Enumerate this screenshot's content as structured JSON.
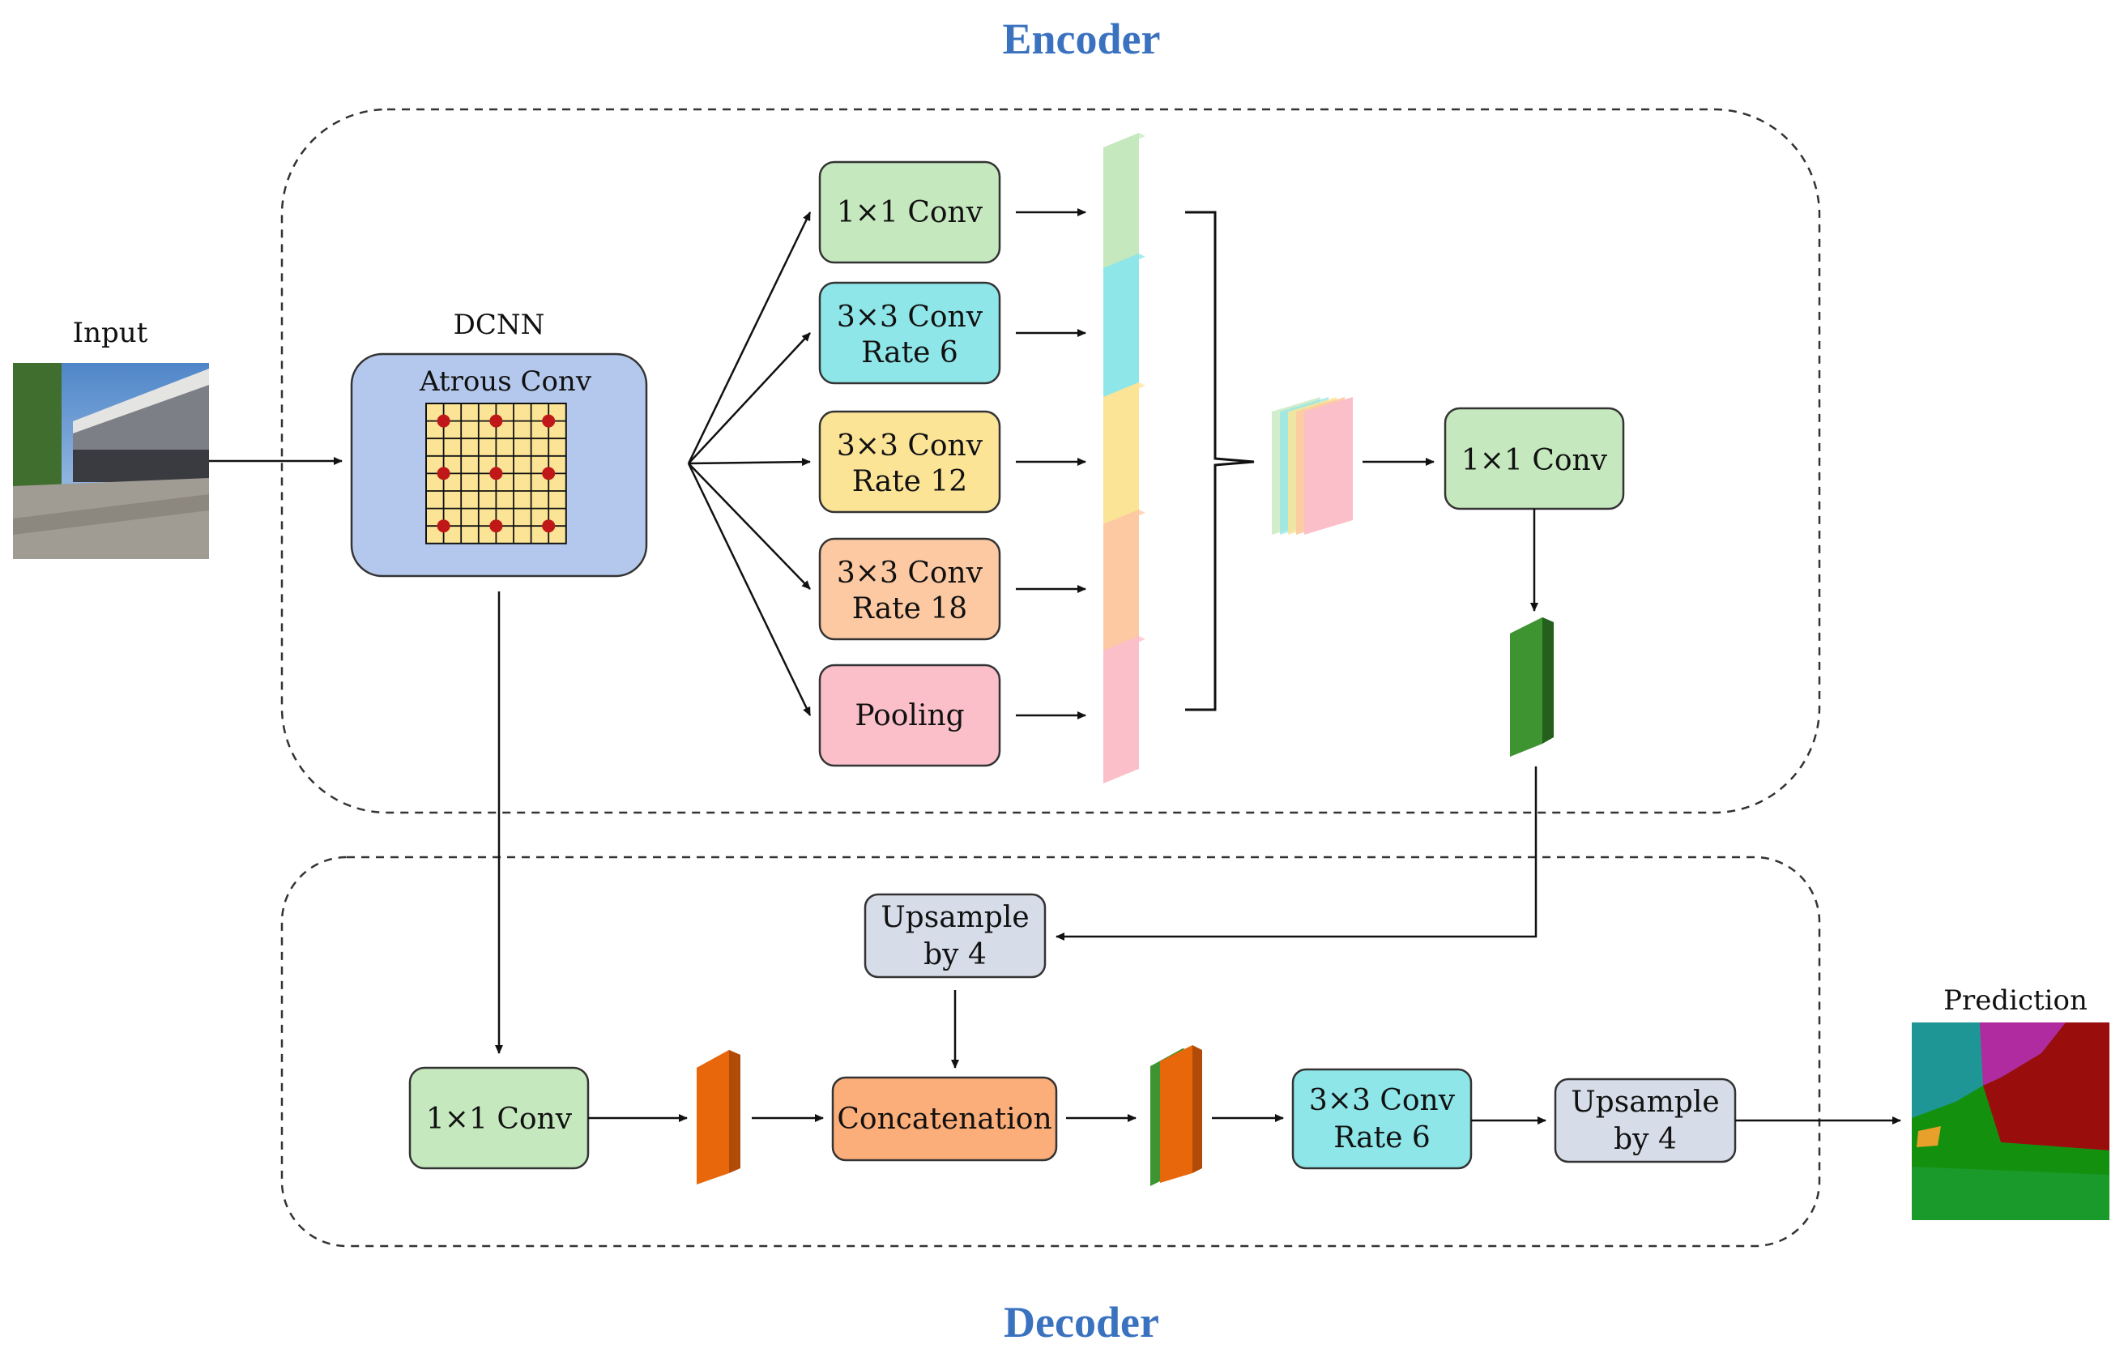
{
  "header": {
    "encoder_title": "Encoder",
    "decoder_title": "Decoder"
  },
  "colors": {
    "title": "#3A72C0",
    "green": "#C5E8BE",
    "cyan": "#8EE6E8",
    "yellow": "#FCE497",
    "peach": "#FDC9A2",
    "pink": "#FBBFCA",
    "blue": "#B3C8EC",
    "grey": "#D6DCE8",
    "orange": "#E8670B",
    "dark_green": "#3D9430",
    "border": "#333333",
    "dashed": "#333333"
  },
  "input": {
    "label": "Input"
  },
  "prediction": {
    "label": "Prediction"
  },
  "dcnn": {
    "label": "DCNN",
    "box_label": "Atrous Conv"
  },
  "encoder_branches": [
    {
      "line1": "1×1 Conv",
      "line2": "",
      "color": "#C5E8BE",
      "fmap": "#C5E8BE",
      "icon": "conv-1x1"
    },
    {
      "line1": "3×3 Conv",
      "line2": "Rate 6",
      "color": "#8EE6E8",
      "fmap": "#8EE6E8",
      "icon": "conv-3x3-rate6"
    },
    {
      "line1": "3×3 Conv",
      "line2": "Rate 12",
      "color": "#FCE497",
      "fmap": "#FCE497",
      "icon": "conv-3x3-rate12"
    },
    {
      "line1": "3×3 Conv",
      "line2": "Rate 18",
      "color": "#FDC9A2",
      "fmap": "#FDC9A2",
      "icon": "conv-3x3-rate18"
    },
    {
      "line1": "Pooling",
      "line2": "",
      "color": "#FBBFCA",
      "fmap": "#FBBFCA",
      "icon": "pooling"
    }
  ],
  "encoder_out_conv": {
    "label": "1×1 Conv"
  },
  "decoder": {
    "upsample_top": {
      "line1": "Upsample",
      "line2": "by 4"
    },
    "low_conv": {
      "label": "1×1 Conv"
    },
    "concat": {
      "label": "Concatenation"
    },
    "conv3": {
      "line1": "3×3 Conv",
      "line2": "Rate 6"
    },
    "upsample_out": {
      "line1": "Upsample",
      "line2": "by 4"
    }
  }
}
